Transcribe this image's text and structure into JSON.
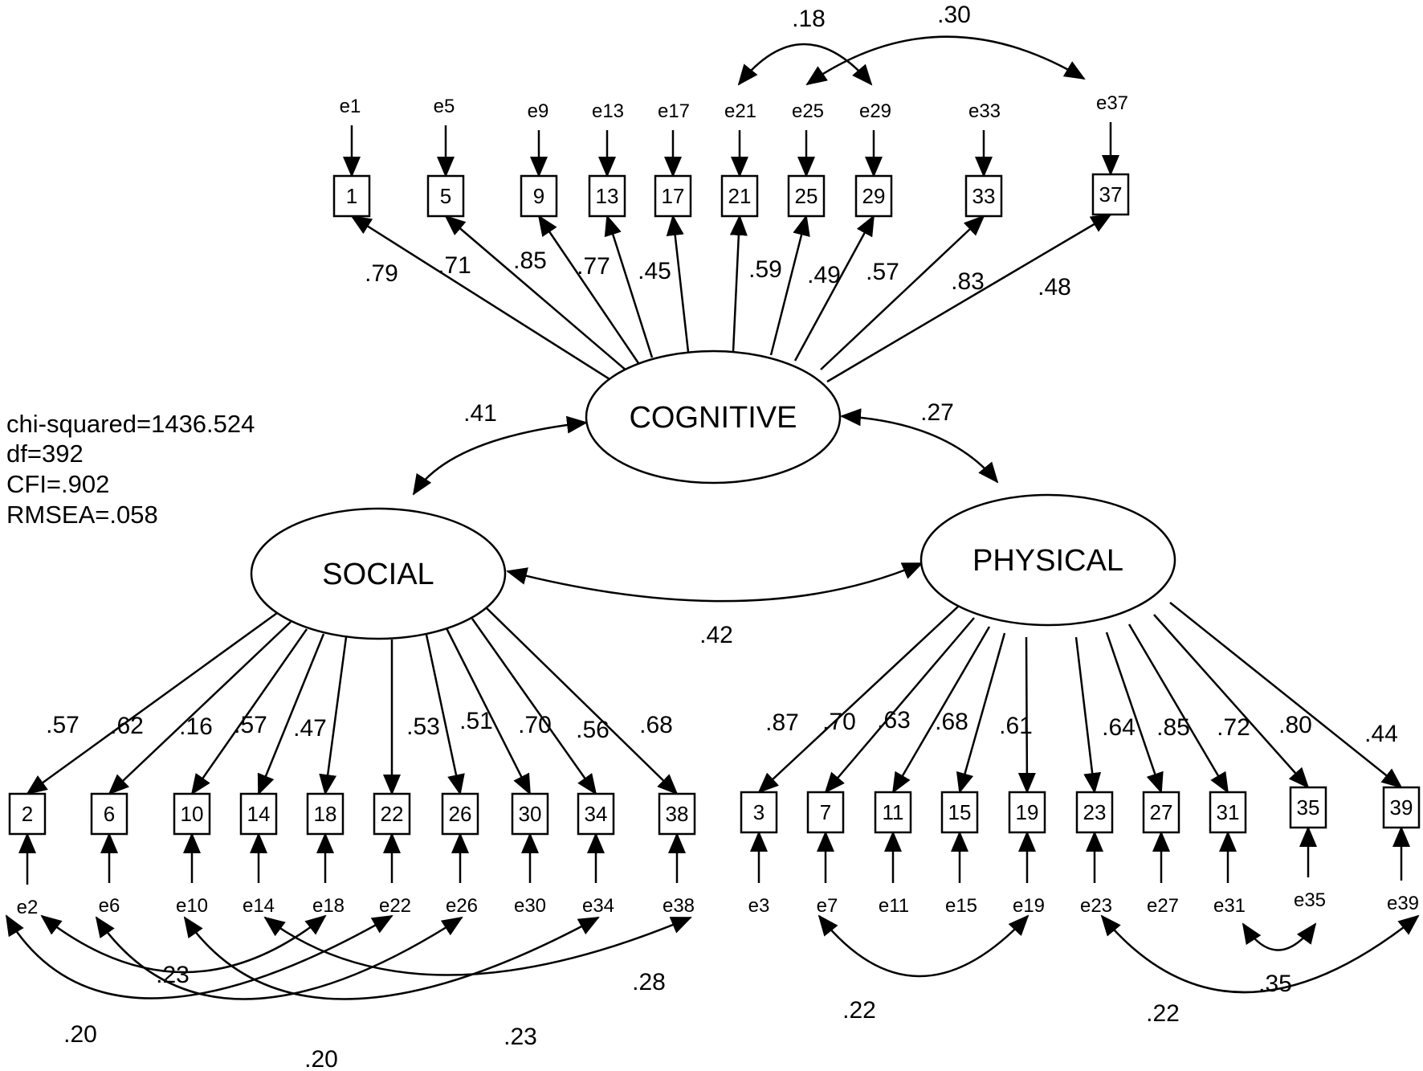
{
  "fit_stats": {
    "chi_squared": "chi-squared=1436.524",
    "df": "df=392",
    "cfi": "CFI=.902",
    "rmsea": "RMSEA=.058"
  },
  "latents": [
    {
      "id": "cognitive",
      "label": "COGNITIVE"
    },
    {
      "id": "social",
      "label": "SOCIAL"
    },
    {
      "id": "physical",
      "label": "PHYSICAL"
    }
  ],
  "latent_correlations": [
    {
      "between": [
        "cognitive",
        "social"
      ],
      "label": ".41"
    },
    {
      "between": [
        "cognitive",
        "physical"
      ],
      "label": ".27"
    },
    {
      "between": [
        "social",
        "physical"
      ],
      "label": ".42"
    }
  ],
  "indicators": {
    "cognitive": [
      {
        "item": "1",
        "error": "e1",
        "loading": ".79"
      },
      {
        "item": "5",
        "error": "e5",
        "loading": ".71"
      },
      {
        "item": "9",
        "error": "e9",
        "loading": ".85"
      },
      {
        "item": "13",
        "error": "e13",
        "loading": ".77"
      },
      {
        "item": "17",
        "error": "e17",
        "loading": ".45"
      },
      {
        "item": "21",
        "error": "e21",
        "loading": ".59"
      },
      {
        "item": "25",
        "error": "e25",
        "loading": ".49"
      },
      {
        "item": "29",
        "error": "e29",
        "loading": ".57"
      },
      {
        "item": "33",
        "error": "e33",
        "loading": ".83"
      },
      {
        "item": "37",
        "error": "e37",
        "loading": ".48"
      }
    ],
    "social": [
      {
        "item": "2",
        "error": "e2",
        "loading": ".57"
      },
      {
        "item": "6",
        "error": "e6",
        "loading": ".62"
      },
      {
        "item": "10",
        "error": "e10",
        "loading": ".16"
      },
      {
        "item": "14",
        "error": "e14",
        "loading": ".57"
      },
      {
        "item": "18",
        "error": "e18",
        "loading": ".47"
      },
      {
        "item": "22",
        "error": "e22",
        "loading": ".53"
      },
      {
        "item": "26",
        "error": "e26",
        "loading": ".51"
      },
      {
        "item": "30",
        "error": "e30",
        "loading": ".70"
      },
      {
        "item": "34",
        "error": "e34",
        "loading": ".56"
      },
      {
        "item": "38",
        "error": "e38",
        "loading": ".68"
      }
    ],
    "physical": [
      {
        "item": "3",
        "error": "e3",
        "loading": ".87"
      },
      {
        "item": "7",
        "error": "e7",
        "loading": ".70"
      },
      {
        "item": "11",
        "error": "e11",
        "loading": ".63"
      },
      {
        "item": "15",
        "error": "e15",
        "loading": ".68"
      },
      {
        "item": "19",
        "error": "e19",
        "loading": ".61"
      },
      {
        "item": "23",
        "error": "e23",
        "loading": ".64"
      },
      {
        "item": "27",
        "error": "e27",
        "loading": ".85"
      },
      {
        "item": "31",
        "error": "e31",
        "loading": ".72"
      },
      {
        "item": "35",
        "error": "e35",
        "loading": ".80"
      },
      {
        "item": "39",
        "error": "e39",
        "loading": ".44"
      }
    ]
  },
  "error_covariances": [
    {
      "between": [
        "e21",
        "e29"
      ],
      "label": ".18"
    },
    {
      "between": [
        "e25",
        "e37"
      ],
      "label": ".30"
    },
    {
      "between": [
        "e2",
        "e18"
      ],
      "label": ".23"
    },
    {
      "between": [
        "e14",
        "e38"
      ],
      "label": ".28"
    },
    {
      "between": [
        "e2",
        "e22"
      ],
      "label": ".20"
    },
    {
      "between": [
        "e6",
        "e26"
      ],
      "label": ".20"
    },
    {
      "between": [
        "e10",
        "e34"
      ],
      "label": ".23"
    },
    {
      "between": [
        "e7",
        "e19"
      ],
      "label": ".22"
    },
    {
      "between": [
        "e23",
        "e39"
      ],
      "label": ".22"
    },
    {
      "between": [
        "e31",
        "e35"
      ],
      "label": ".35"
    }
  ]
}
